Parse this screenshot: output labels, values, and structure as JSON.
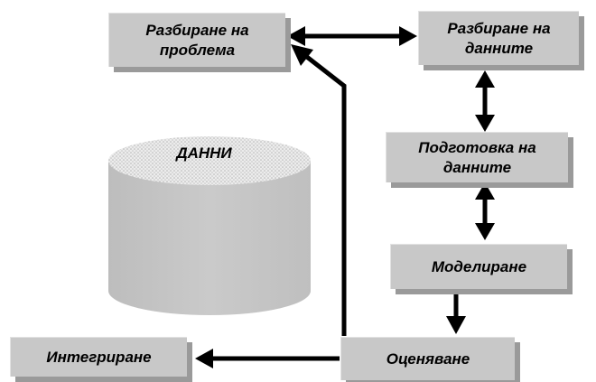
{
  "diagram": {
    "boxes": {
      "problem_understanding": "Разбиране на\nпроблема",
      "data_understanding": "Разбиране на\nданните",
      "data_preparation": "Подготовка на\nданните",
      "modeling": "Моделиране",
      "evaluation": "Оценяване",
      "deployment": "Интегриране"
    },
    "database_label": "ДАННИ"
  },
  "colors": {
    "box_fill": "#c8c8c8",
    "box_shadow": "#9a9a9a",
    "arrow": "#000000",
    "cylinder_side": "#c4c4c4",
    "cylinder_top": "#e4e4e4"
  }
}
